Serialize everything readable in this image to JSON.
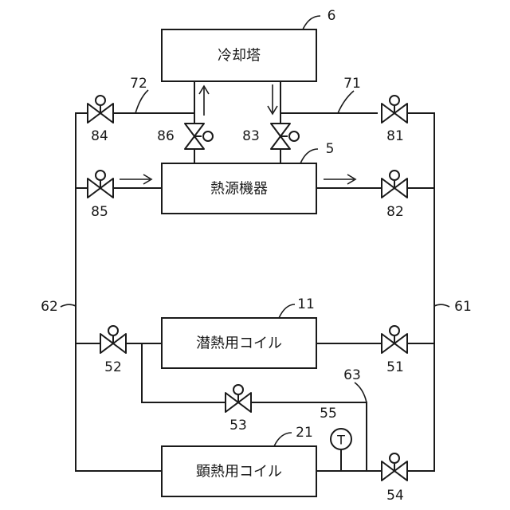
{
  "components": {
    "cooling_tower": {
      "label": "冷却塔",
      "ref": "6"
    },
    "heat_source": {
      "label": "熱源機器",
      "ref": "5"
    },
    "latent_coil": {
      "label": "潜熱用コイル",
      "ref": "11"
    },
    "sensible_coil": {
      "label": "顕熱用コイル",
      "ref": "21"
    },
    "temp_sensor": {
      "symbol": "T",
      "ref": "55"
    }
  },
  "pipes": {
    "p71": "71",
    "p72": "72",
    "p61": "61",
    "p62": "62",
    "p63": "63"
  },
  "valves": {
    "v81": "81",
    "v82": "82",
    "v83": "83",
    "v84": "84",
    "v85": "85",
    "v86": "86",
    "v51": "51",
    "v52": "52",
    "v53": "53",
    "v54": "54"
  }
}
